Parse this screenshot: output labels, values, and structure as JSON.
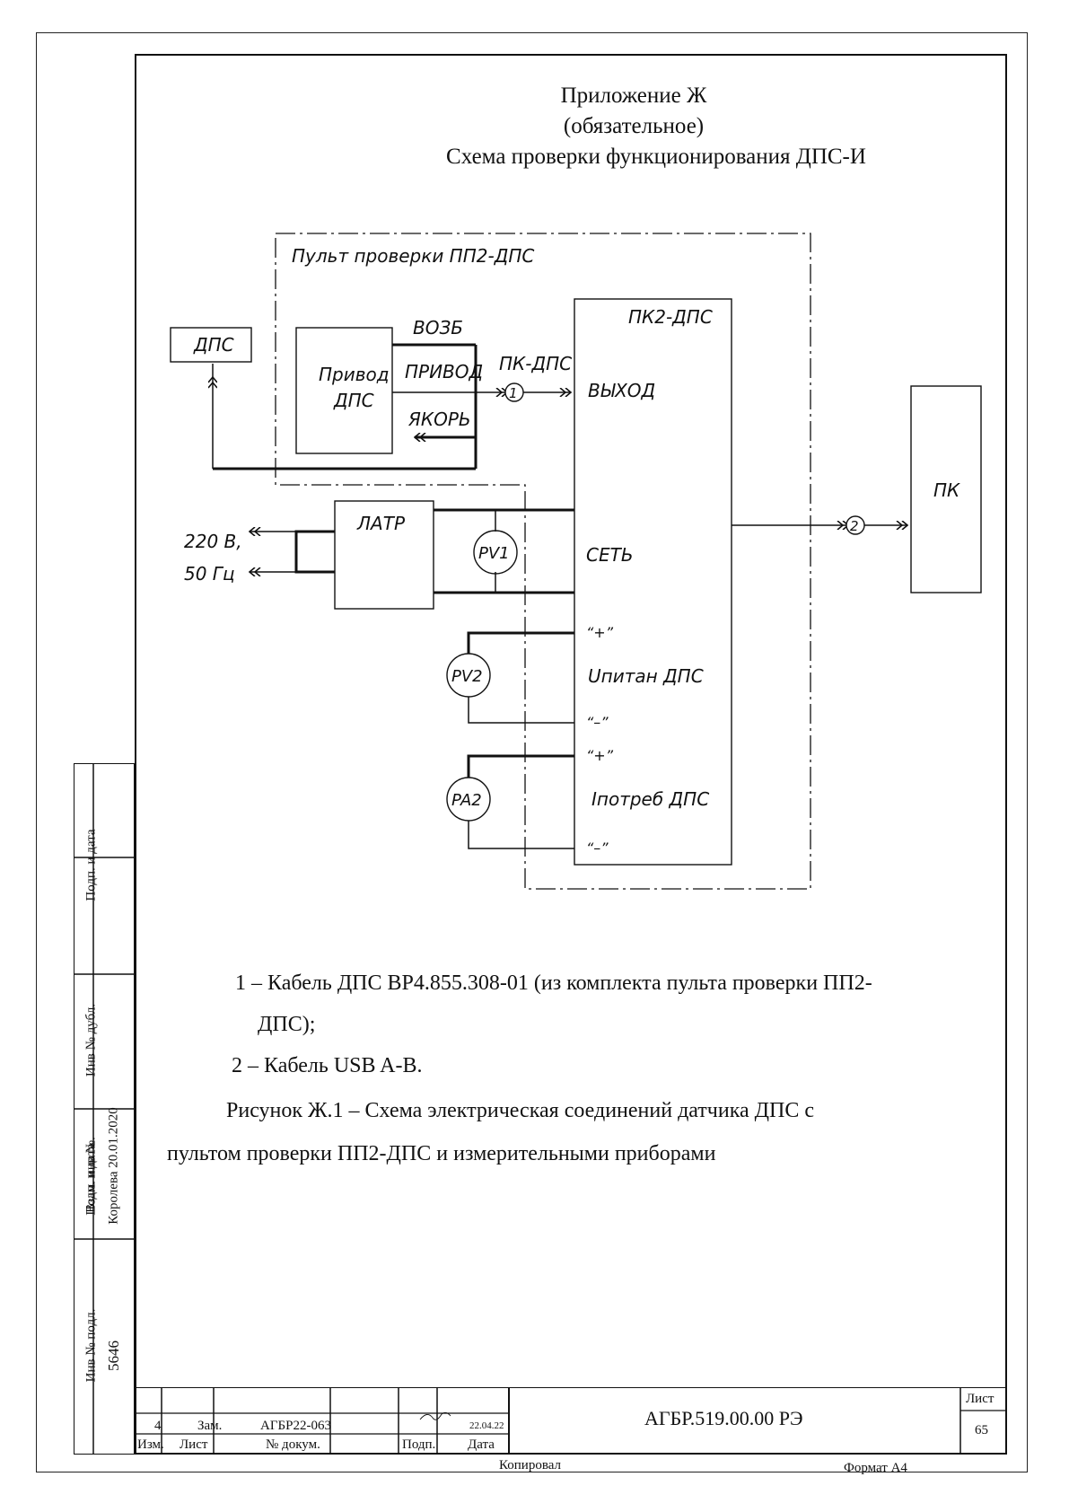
{
  "header": {
    "line1": "Приложение Ж",
    "line2": "(обязательное)",
    "line3": "Схема проверки функционирования ДПС-И"
  },
  "diagram": {
    "console_label": "Пульт проверки ПП2-ДПС",
    "dps": "ДПС",
    "drive_line1": "Привод",
    "drive_line2": "ДПС",
    "vozb": "ВОЗБ",
    "privod": "ПРИВОД",
    "yakor": "ЯКОРЬ",
    "pk_dps": "ПК-ДПС",
    "cable1": "1",
    "pk2_dps": "ПК2-ДПС",
    "vyhod": "ВЫХОД",
    "latr": "ЛАТР",
    "mains_line1": "220 В,",
    "mains_line2": "50 Гц",
    "pv1": "PV1",
    "set": "СЕТЬ",
    "plus1": "“+”",
    "pv2": "PV2",
    "upitan": "Uпитан ДПС",
    "minus1": "“–”",
    "plus2": "“+”",
    "pa2": "PA2",
    "ipotreb": "Iпотреб ДПС",
    "minus2": "“–”",
    "cable2": "2",
    "pk": "ПК"
  },
  "legend": {
    "item1_line1": "1 – Кабель ДПС ВР4.855.308-01 (из комплекта пульта проверки ПП2-",
    "item1_line2": "ДПС);",
    "item2": "2 – Кабель USB A-B.",
    "caption_line1": "Рисунок Ж.1 – Схема электрическая соединений датчика ДПС с",
    "caption_line2": "пультом проверки ПП2-ДПС и измерительными приборами"
  },
  "side": {
    "podp_data_1": "Подп. и дата",
    "inv_dubl": "Инв № дубл.",
    "vzam_inv": "Взам. инв №.",
    "podp_data_2": "Подп. и дата",
    "signature_note": "Королева 20.01.2020",
    "inv_podl": "Инв № подл.",
    "inv_number": "5646"
  },
  "title_block": {
    "rev": "4",
    "zam": "Зам.",
    "doc_ref": "АГБР22-063",
    "date": "22.04.22",
    "col_izm": "Изм.",
    "col_list": "Лист",
    "col_doc": "№ докум.",
    "col_podp": "Подп.",
    "col_date": "Дата",
    "designation": "АГБР.519.00.00 РЭ",
    "sheet_label": "Лист",
    "sheet_number": "65"
  },
  "footer": {
    "copied": "Копировал",
    "format": "Формат А4"
  }
}
